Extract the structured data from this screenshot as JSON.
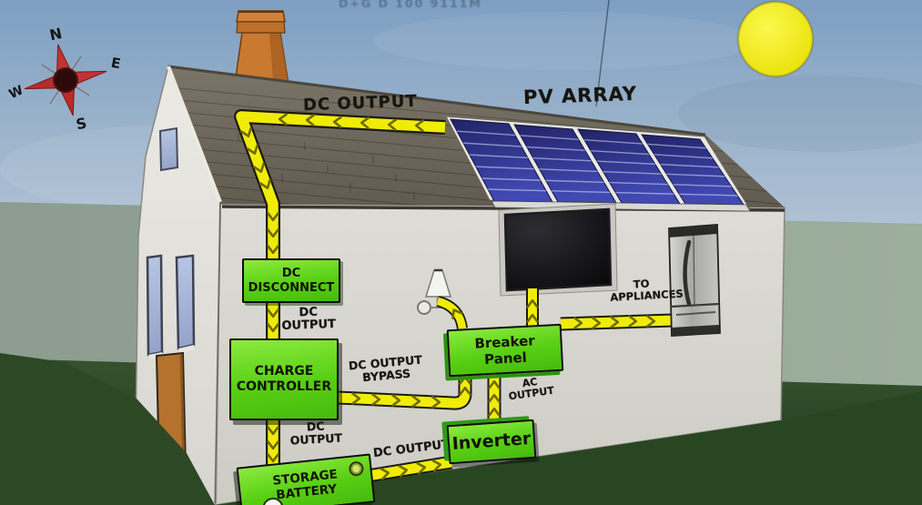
{
  "watermark": "D+G D 100 9111M",
  "compass": {
    "north": "N",
    "east": "E",
    "south": "S",
    "west": "W"
  },
  "labels": {
    "pv_array": "PV ARRAY",
    "dc_output_roof": "DC OUTPUT",
    "dc_output_disconnect": {
      "line1": "DC",
      "line2": "OUTPUT"
    },
    "dc_output_bypass": {
      "line1": "DC OUTPUT",
      "line2": "BYPASS"
    },
    "dc_output_controller": {
      "line1": "DC",
      "line2": "OUTPUT"
    },
    "dc_output_battery": "DC OUTPUT",
    "ac_output": {
      "line1": "AC",
      "line2": "OUTPUT"
    },
    "to_appliances": {
      "line1": "TO",
      "line2": "APPLIANCES"
    }
  },
  "boxes": {
    "dc_disconnect": {
      "line1": "DC",
      "line2": "DISCONNECT"
    },
    "charge_controller": {
      "line1": "CHARGE",
      "line2": "CONTROLLER"
    },
    "breaker_panel": {
      "line1": "Breaker",
      "line2": "Panel"
    },
    "inverter": {
      "label": "Inverter"
    },
    "storage_battery": {
      "line1": "STORAGE",
      "line2": "BATTERY"
    }
  },
  "colors": {
    "box_green": "#57cf13",
    "wire_yellow": "#f0ec08",
    "sun_yellow": "#f1e90c",
    "compass_red": "#c23434",
    "pv_panel_blue": "#2b2e86",
    "chimney_orange": "#c97a30",
    "grass_green": "#2c4824",
    "sky_blue": "#87a5c5",
    "roof_gray": "#736d60",
    "wall_gray": "#d9d8d2"
  },
  "icons": {
    "sun": "sun-icon",
    "compass": "compass-rose-icon",
    "lamp": "wall-lamp-icon",
    "tv": "tv-icon",
    "fridge": "refrigerator-icon"
  }
}
